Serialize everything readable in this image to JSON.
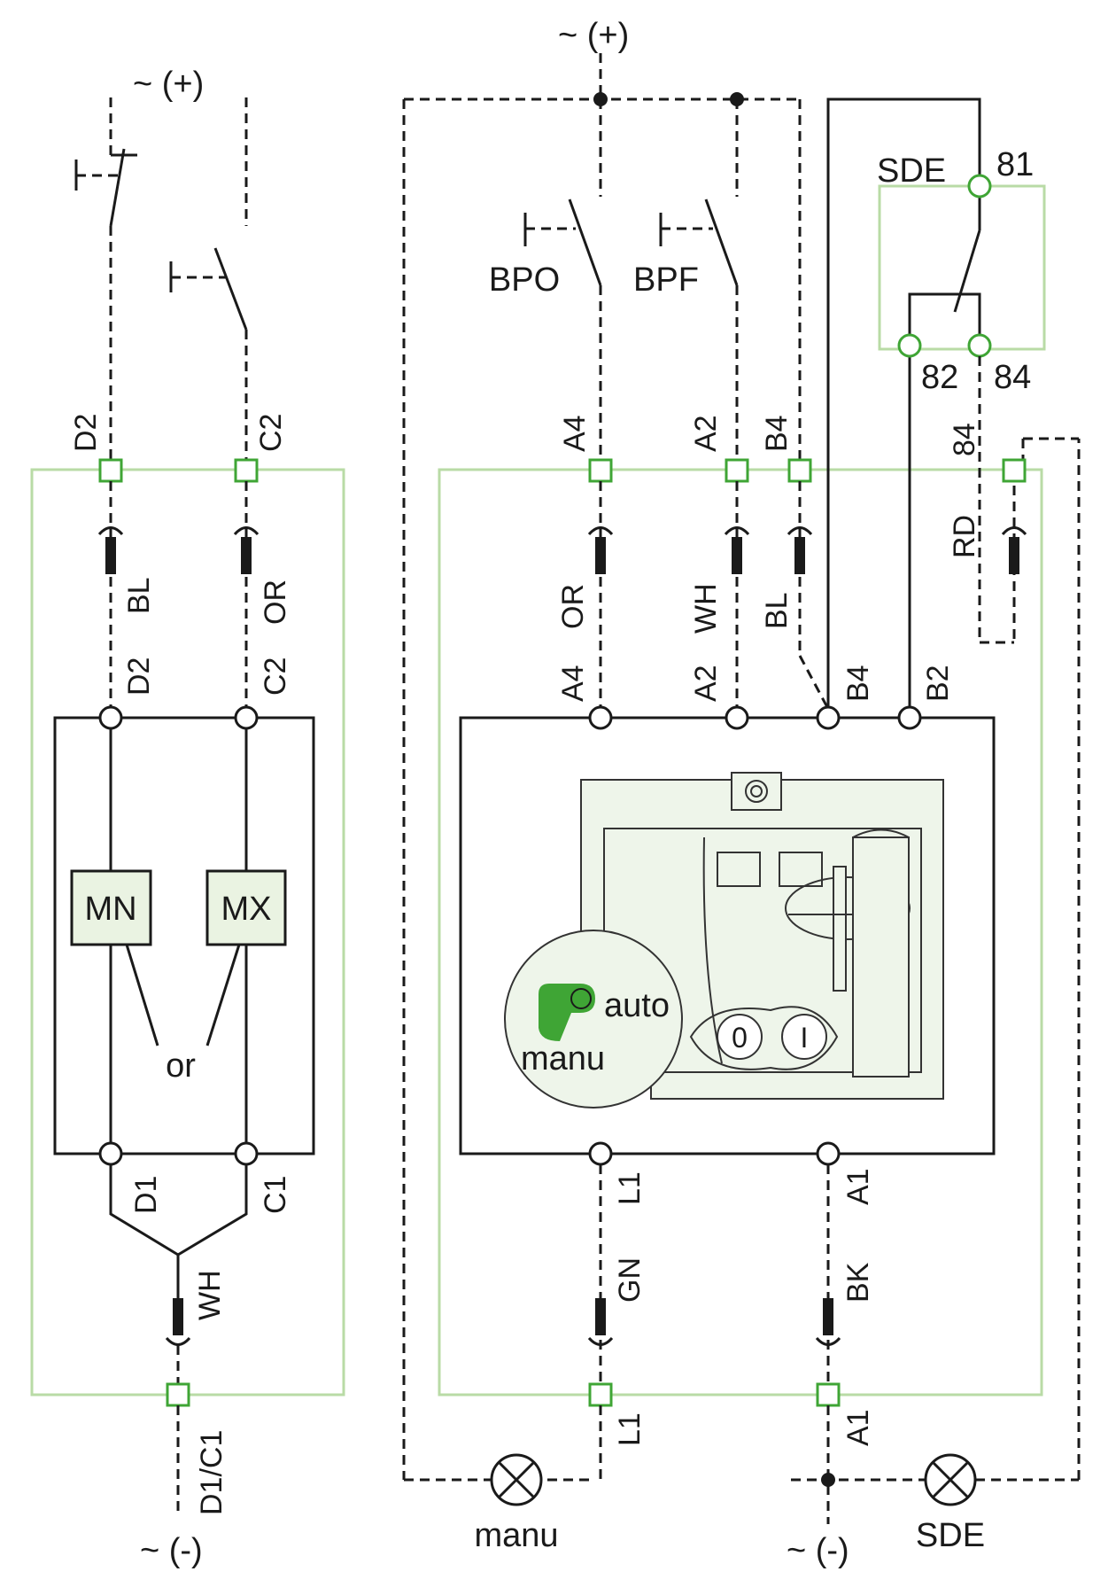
{
  "supply": {
    "positive": "~ (+)",
    "negative": "~ (-)"
  },
  "left_module": {
    "top_terminals": [
      "D2",
      "C2"
    ],
    "wire_colors": [
      "BL",
      "OR"
    ],
    "inner_terminals_top": [
      "D2",
      "C2"
    ],
    "coils": [
      "MN",
      "MX"
    ],
    "or_label": "or",
    "inner_terminals_bottom": [
      "D1",
      "C1"
    ],
    "bottom_wire_color": "WH",
    "bottom_terminal": "D1/C1"
  },
  "buttons": {
    "open": "BPO",
    "close": "BPF"
  },
  "right_module": {
    "top_terminals": [
      "A4",
      "A2",
      "B4"
    ],
    "wire_colors": [
      "OR",
      "WH",
      "BL",
      "RD"
    ],
    "inner_terminals_top": [
      "A4",
      "A2",
      "B4",
      "B2"
    ],
    "inner_terminals_bottom": [
      "L1",
      "A1"
    ],
    "bottom_wire_colors": [
      "GN",
      "BK"
    ],
    "bottom_terminals": [
      "L1",
      "A1"
    ],
    "rd_terminal_label": "84",
    "switch_labels": {
      "auto": "auto",
      "manu": "manu",
      "off": "0",
      "on": "I"
    }
  },
  "sde_contact": {
    "title": "SDE",
    "terminals": [
      "81",
      "82",
      "84"
    ]
  },
  "lamps": {
    "manu": "manu",
    "sde": "SDE"
  }
}
